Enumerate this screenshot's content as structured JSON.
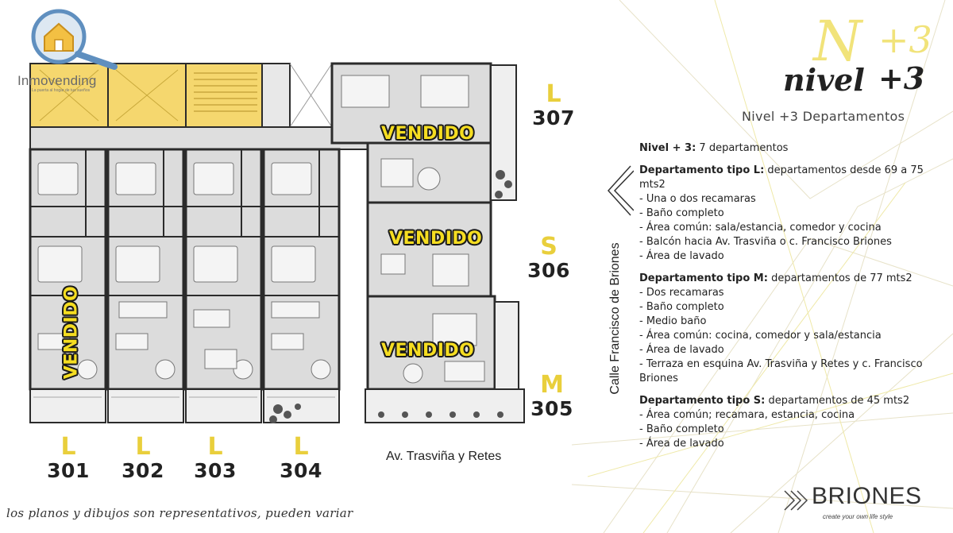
{
  "logo": {
    "name": "Inmovending",
    "tagline": "La puerta al hogar de tus sueños"
  },
  "level": {
    "mark_line1": "N",
    "mark_line2": "nivel",
    "mark_plus": "+3",
    "subtitle": "Nivel +3 Departamentos"
  },
  "sold_label": "VENDIDO",
  "units": [
    {
      "type": "L",
      "number": "301"
    },
    {
      "type": "L",
      "number": "302"
    },
    {
      "type": "L",
      "number": "303"
    },
    {
      "type": "L",
      "number": "304"
    },
    {
      "type": "M",
      "number": "305"
    },
    {
      "type": "S",
      "number": "306"
    },
    {
      "type": "L",
      "number": "307"
    }
  ],
  "streets": {
    "bottom": "Av. Trasviña y Retes",
    "side": "Calle Francisco de Briones"
  },
  "info": {
    "summary_label": "Nivel + 3:",
    "summary_text": " 7 departamentos",
    "types": [
      {
        "label": "Departamento tipo L:",
        "desc": "  departamentos desde 69 a 75 mts2",
        "items": [
          "- Una o dos recamaras",
          "- Baño completo",
          "- Área común: sala/estancia, comedor y cocina",
          "- Balcón  hacia Av. Trasviña o c. Francisco Briones",
          "- Área de lavado"
        ]
      },
      {
        "label": "Departamento tipo M:",
        "desc": " departamentos de 77 mts2",
        "items": [
          "- Dos recamaras",
          "- Baño completo",
          "- Medio baño",
          "- Área común: cocina, comedor y sala/estancia",
          "- Área de lavado",
          "- Terraza en esquina Av. Trasviña y Retes y c. Francisco Briones"
        ]
      },
      {
        "label": "Departamento tipo S:",
        "desc": " departamentos de 45 mts2",
        "items": [
          "- Área común; recamara, estancia, cocina",
          "- Baño completo",
          "- Área de lavado"
        ]
      }
    ]
  },
  "disclaimer": "los planos y dibujos son representativos, pueden variar",
  "brand": {
    "name": "BRIONES",
    "tagline": "create your own life style"
  },
  "colors": {
    "accent_yellow": "#f5dd21",
    "label_yellow": "#e9cf3c",
    "plan_gray": "#dcdcdc",
    "wall": "#2b2b2b",
    "core_yellow": "#f5d76e"
  }
}
